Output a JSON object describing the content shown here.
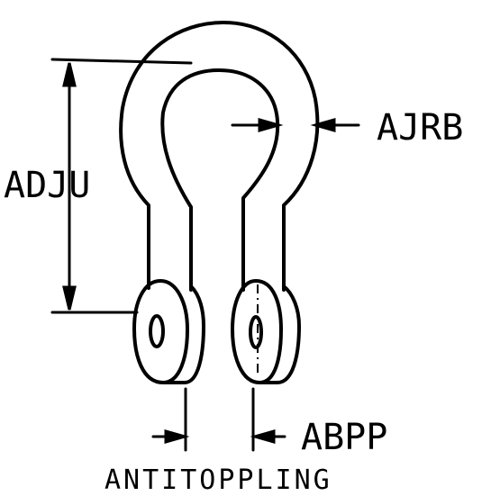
{
  "labels": {
    "ajrb": "AJRB",
    "adju": "ADJU",
    "abpp": "ABPP",
    "caption": "ANTITOPPLING"
  },
  "colors": {
    "ink": "#000000",
    "paper": "#ffffff"
  }
}
